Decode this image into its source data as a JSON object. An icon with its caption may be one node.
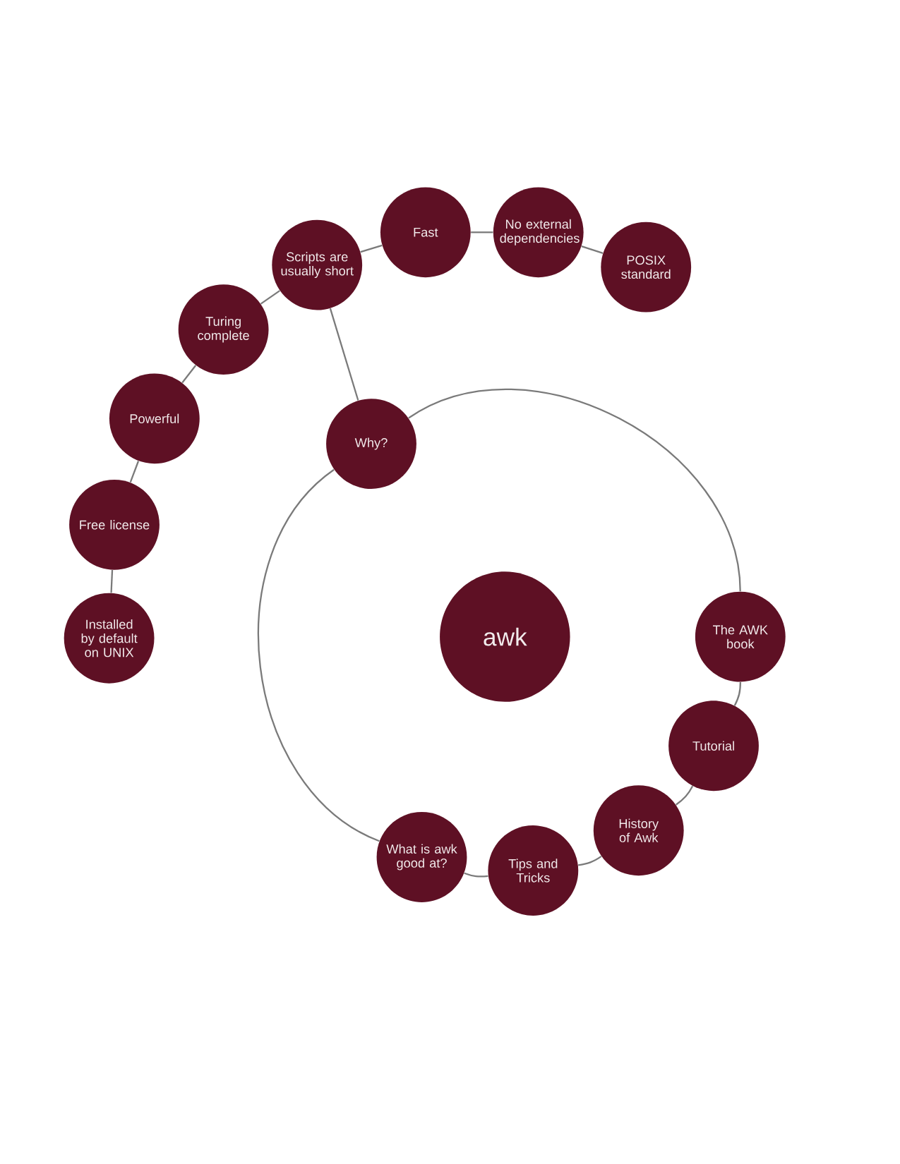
{
  "diagram": {
    "nodes": [
      {
        "text": [
          "awk"
        ]
      },
      {
        "text": [
          "Why?"
        ]
      },
      {
        "text": [
          "The AWK book"
        ]
      },
      {
        "text": [
          "Tutorial"
        ]
      },
      {
        "text": [
          "History of Awk"
        ]
      },
      {
        "text": [
          "Tips and Tricks"
        ]
      },
      {
        "text": [
          "What is awk good at?"
        ]
      },
      {
        "text": [
          "Scripts are usually short"
        ]
      },
      {
        "text": [
          "Fast"
        ]
      },
      {
        "text": [
          "No external dependencies"
        ]
      },
      {
        "text": [
          "POSIX standard"
        ]
      },
      {
        "text": [
          "Turing complete"
        ]
      },
      {
        "text": [
          "Powerful"
        ]
      },
      {
        "text": [
          "Free license"
        ]
      },
      {
        "text": [
          "Installed by default on UNIX"
        ]
      }
    ],
    "edges": [
      {
        "from": 1,
        "to": 2,
        "arrow": "none"
      },
      {
        "from": 2,
        "to": 3,
        "arrow": "none"
      },
      {
        "from": 3,
        "to": 4,
        "arrow": "none"
      },
      {
        "from": 4,
        "to": 5,
        "arrow": "none"
      },
      {
        "from": 5,
        "to": 6,
        "arrow": "none"
      },
      {
        "from": 6,
        "to": 1,
        "arrow": "none"
      },
      {
        "from": 1,
        "to": 7,
        "arrow": "none"
      },
      {
        "from": 7,
        "to": 8,
        "arrow": "none"
      },
      {
        "from": 8,
        "to": 9,
        "arrow": "none"
      },
      {
        "from": 9,
        "to": 10,
        "arrow": "none"
      },
      {
        "from": 7,
        "to": 11,
        "arrow": "none"
      },
      {
        "from": 11,
        "to": 12,
        "arrow": "none"
      },
      {
        "from": 12,
        "to": 13,
        "arrow": "none"
      },
      {
        "from": 13,
        "to": 14,
        "arrow": "none"
      }
    ]
  }
}
